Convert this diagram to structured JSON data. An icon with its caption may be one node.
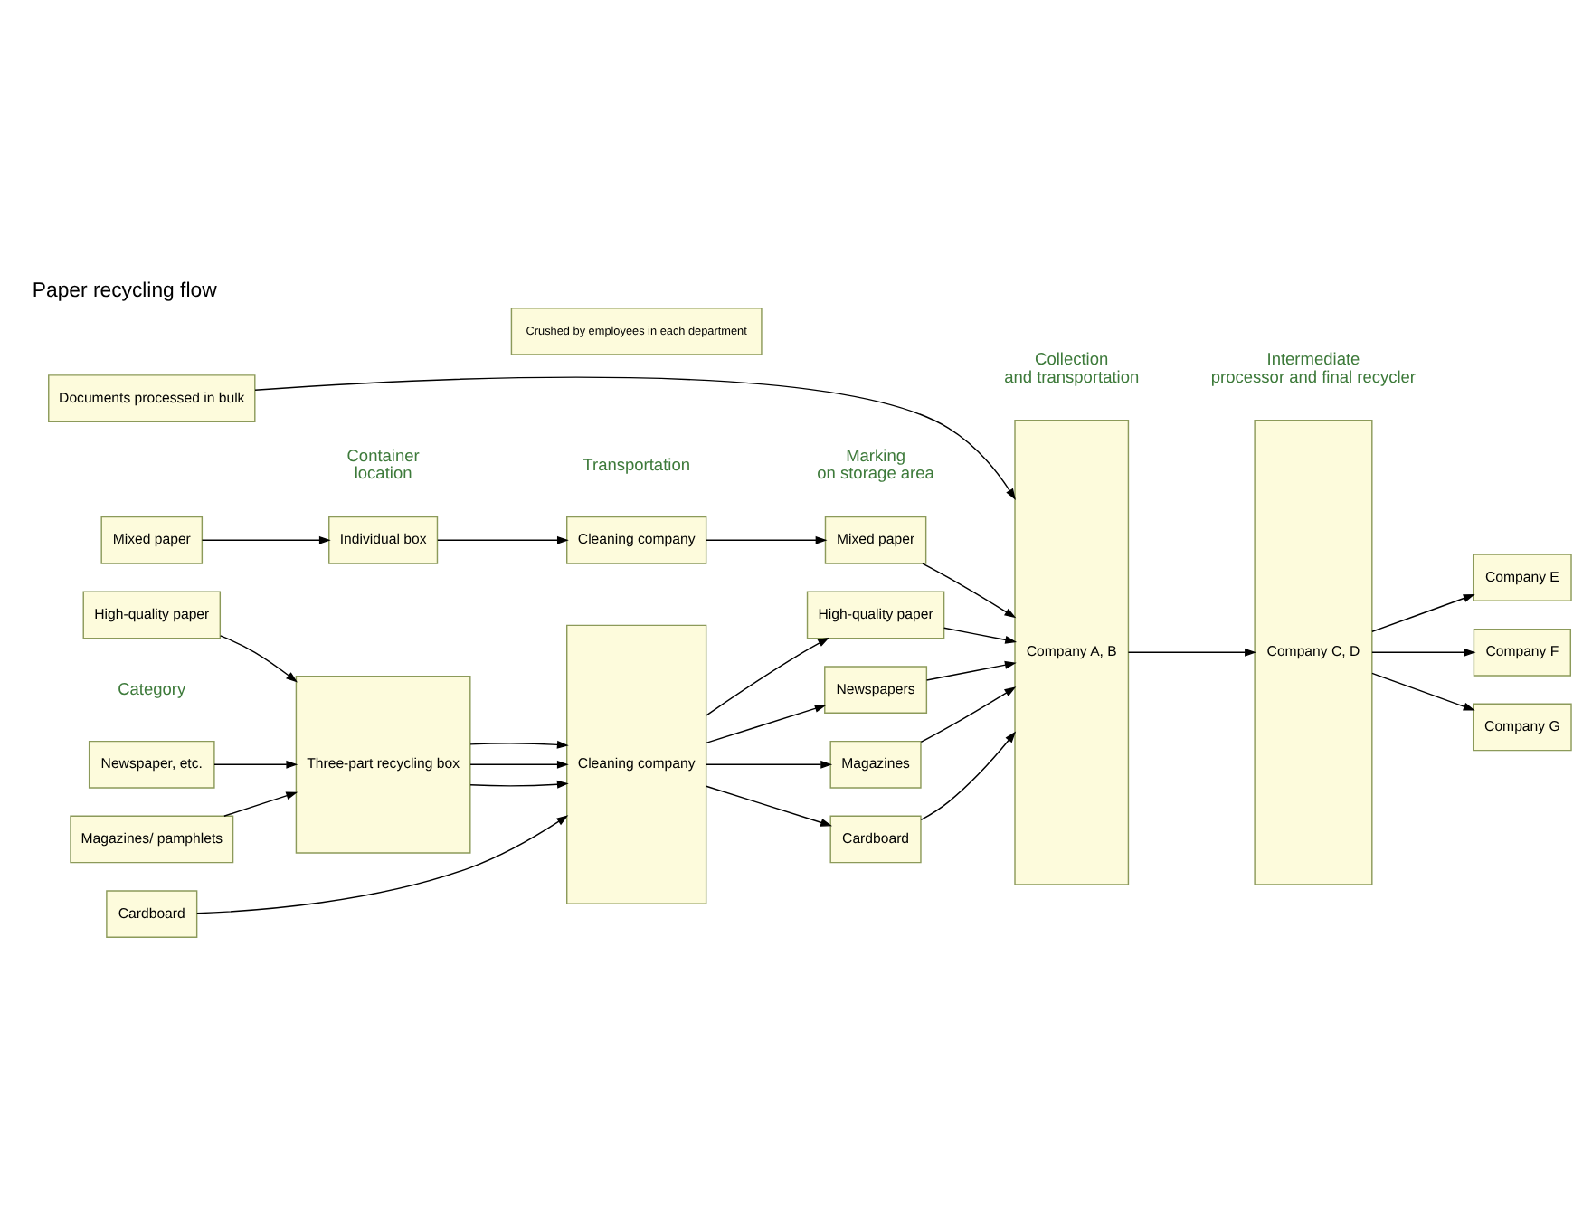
{
  "diagram": {
    "title": "Paper recycling flow",
    "nodes": [
      {
        "text": [
          "High-quality paper"
        ]
      },
      {
        "text": [
          "Newspaper, etc."
        ]
      },
      {
        "text": [
          "Magazines/ pamphlets"
        ]
      },
      {
        "text": [
          "Cardboard"
        ]
      },
      {
        "text": [
          "Documents processed in bulk"
        ]
      },
      {
        "text": [
          "Mixed paper"
        ]
      },
      {
        "text": [
          "Three-part recycling box"
        ]
      },
      {
        "text": [
          "Individual box"
        ]
      },
      {
        "text": [
          "Cleaning company"
        ]
      },
      {
        "text": [
          "Crushed by employees in each department"
        ]
      },
      {
        "text": [
          "Cleaning company"
        ]
      },
      {
        "text": [
          "High-quality paper"
        ]
      },
      {
        "text": [
          "Newspapers"
        ]
      },
      {
        "text": [
          "Magazines"
        ]
      },
      {
        "text": [
          "Cardboard"
        ]
      },
      {
        "text": [
          "Mixed paper"
        ]
      },
      {
        "text": [
          "Company A, B"
        ]
      },
      {
        "text": [
          "Company C, D"
        ]
      },
      {
        "text": [
          "Company E"
        ]
      },
      {
        "text": [
          "Company F"
        ]
      },
      {
        "text": [
          "Company G"
        ]
      }
    ],
    "edges": [
      {
        "from": 0,
        "to": 6,
        "arrow": "to"
      },
      {
        "from": 1,
        "to": 6,
        "arrow": "to"
      },
      {
        "from": 2,
        "to": 6,
        "arrow": "to"
      },
      {
        "from": 6,
        "to": 8,
        "arrow": "to"
      },
      {
        "from": 6,
        "to": 8,
        "arrow": "to"
      },
      {
        "from": 6,
        "to": 8,
        "arrow": "to"
      },
      {
        "from": 3,
        "to": 8,
        "arrow": "to"
      },
      {
        "from": 5,
        "to": 7,
        "arrow": "to"
      },
      {
        "from": 7,
        "to": 10,
        "arrow": "to"
      },
      {
        "from": 8,
        "to": 11,
        "arrow": "to"
      },
      {
        "from": 8,
        "to": 12,
        "arrow": "to"
      },
      {
        "from": 8,
        "to": 13,
        "arrow": "to"
      },
      {
        "from": 8,
        "to": 14,
        "arrow": "to"
      },
      {
        "from": 10,
        "to": 15,
        "arrow": "to"
      },
      {
        "from": 4,
        "to": 16,
        "arrow": "to"
      },
      {
        "from": 11,
        "to": 16,
        "arrow": "to"
      },
      {
        "from": 12,
        "to": 16,
        "arrow": "to"
      },
      {
        "from": 13,
        "to": 16,
        "arrow": "to"
      },
      {
        "from": 14,
        "to": 16,
        "arrow": "to"
      },
      {
        "from": 15,
        "to": 16,
        "arrow": "to"
      },
      {
        "from": 16,
        "to": 17,
        "arrow": "to"
      },
      {
        "from": 17,
        "to": 18,
        "arrow": "to"
      },
      {
        "from": 17,
        "to": 19,
        "arrow": "to"
      },
      {
        "from": 17,
        "to": 20,
        "arrow": "to"
      }
    ],
    "labels": [
      "Category",
      "Container location",
      "Transportation",
      "Marking on storage area",
      "Collection and transportation",
      "Intermediate processor and final recycler"
    ]
  }
}
